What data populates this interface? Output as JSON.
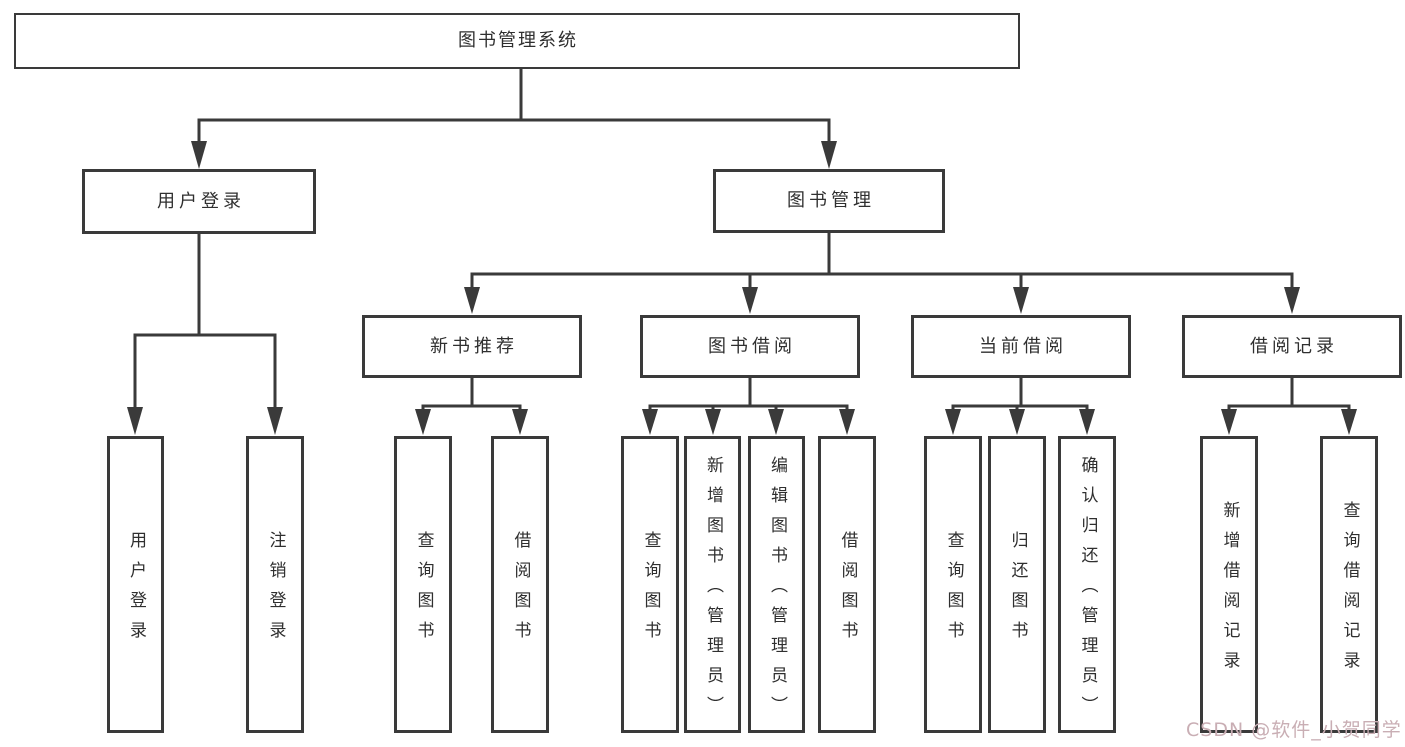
{
  "tree": {
    "label": "图书管理系统",
    "children": [
      {
        "label": "用户登录",
        "children": [
          {
            "label": "用户登录"
          },
          {
            "label": "注销登录"
          }
        ]
      },
      {
        "label": "图书管理",
        "children": [
          {
            "label": "新书推荐",
            "children": [
              {
                "label": "查询图书"
              },
              {
                "label": "借阅图书"
              }
            ]
          },
          {
            "label": "图书借阅",
            "children": [
              {
                "label": "查询图书"
              },
              {
                "label": "新增图书（管理员）"
              },
              {
                "label": "编辑图书（管理员）"
              },
              {
                "label": "借阅图书"
              }
            ]
          },
          {
            "label": "当前借阅",
            "children": [
              {
                "label": "查询图书"
              },
              {
                "label": "归还图书"
              },
              {
                "label": "确认归还（管理员）"
              }
            ]
          },
          {
            "label": "借阅记录",
            "children": [
              {
                "label": "新增借阅记录"
              },
              {
                "label": "查询借阅记录"
              }
            ]
          }
        ]
      }
    ]
  },
  "watermark": "CSDN @软件_小贺同学",
  "colors": {
    "line": "#3a3a3a",
    "text": "#2f2f2f",
    "background": "#ffffff",
    "watermark": "#c9aeb4"
  }
}
